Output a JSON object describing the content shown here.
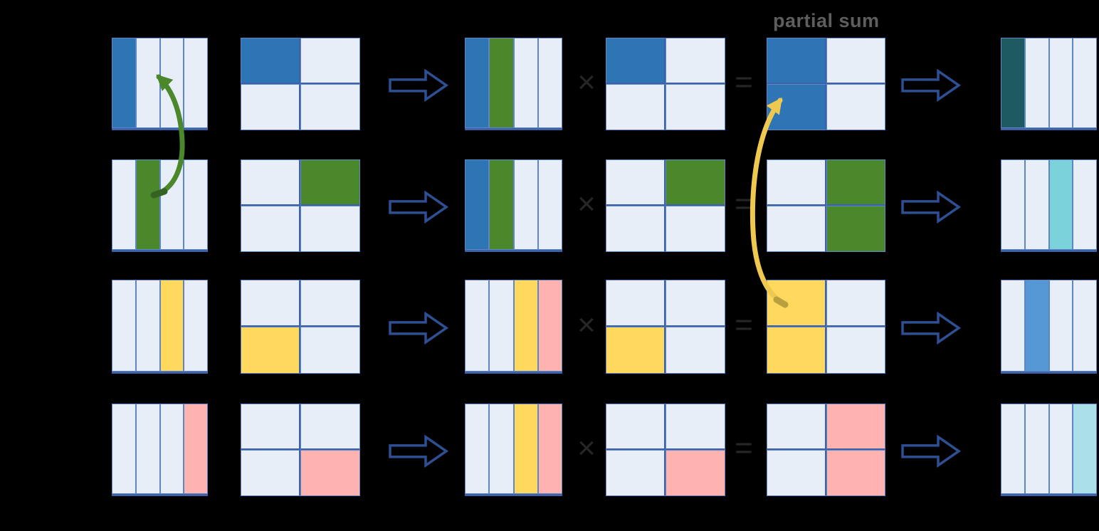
{
  "labels": {
    "partial_sum": "partial sum"
  },
  "operators": {
    "times": "×",
    "equals": "="
  },
  "colors": {
    "light": "#E7EEF8",
    "blue": "#2E75B6",
    "green": "#4B872B",
    "yellow": "#FFD95E",
    "pink": "#FFB3B0",
    "teal_dark": "#1D5A62",
    "cyan": "#7BD2DB",
    "blue_mid": "#5697D6",
    "cyan_pale": "#ACE0E8",
    "grid_line": "#5E86C4",
    "grid_line_dark": "#3E62A9",
    "flow_arrow": "#2E4F93",
    "operator": "#262626",
    "label_text": "#5E5E5E",
    "green_arrow": "#4B872B",
    "green_arrow_tail": "#356322",
    "yellow_arrow": "#EFC94F",
    "yellow_arrow_tail": "#B8A041"
  },
  "rows": [
    {
      "a_columns": [
        "blue",
        "light",
        "light",
        "light"
      ],
      "b_cells": [
        "blue",
        "light",
        "light",
        "light"
      ],
      "combined_columns": [
        "blue",
        "green",
        "light",
        "light"
      ],
      "d_cells": [
        "blue",
        "light",
        "light",
        "light"
      ],
      "partial_sum_cells": [
        "blue",
        "light",
        "blue",
        "light"
      ],
      "result_columns": [
        "teal_dark",
        "light",
        "light",
        "light"
      ]
    },
    {
      "a_columns": [
        "light",
        "green",
        "light",
        "light"
      ],
      "b_cells": [
        "light",
        "green",
        "light",
        "light"
      ],
      "combined_columns": [
        "blue",
        "green",
        "light",
        "light"
      ],
      "d_cells": [
        "light",
        "green",
        "light",
        "light"
      ],
      "partial_sum_cells": [
        "light",
        "green",
        "light",
        "green"
      ],
      "result_columns": [
        "light",
        "light",
        "cyan",
        "light"
      ]
    },
    {
      "a_columns": [
        "light",
        "light",
        "yellow",
        "light"
      ],
      "b_cells": [
        "light",
        "light",
        "yellow",
        "light"
      ],
      "combined_columns": [
        "light",
        "light",
        "yellow",
        "pink"
      ],
      "d_cells": [
        "light",
        "light",
        "yellow",
        "light"
      ],
      "partial_sum_cells": [
        "yellow",
        "light",
        "yellow",
        "light"
      ],
      "result_columns": [
        "light",
        "blue_mid",
        "light",
        "light"
      ]
    },
    {
      "a_columns": [
        "light",
        "light",
        "light",
        "pink"
      ],
      "b_cells": [
        "light",
        "light",
        "light",
        "pink"
      ],
      "combined_columns": [
        "light",
        "light",
        "yellow",
        "pink"
      ],
      "d_cells": [
        "light",
        "light",
        "light",
        "pink"
      ],
      "partial_sum_cells": [
        "light",
        "pink",
        "light",
        "pink"
      ],
      "result_columns": [
        "light",
        "light",
        "light",
        "cyan_pale"
      ]
    }
  ]
}
